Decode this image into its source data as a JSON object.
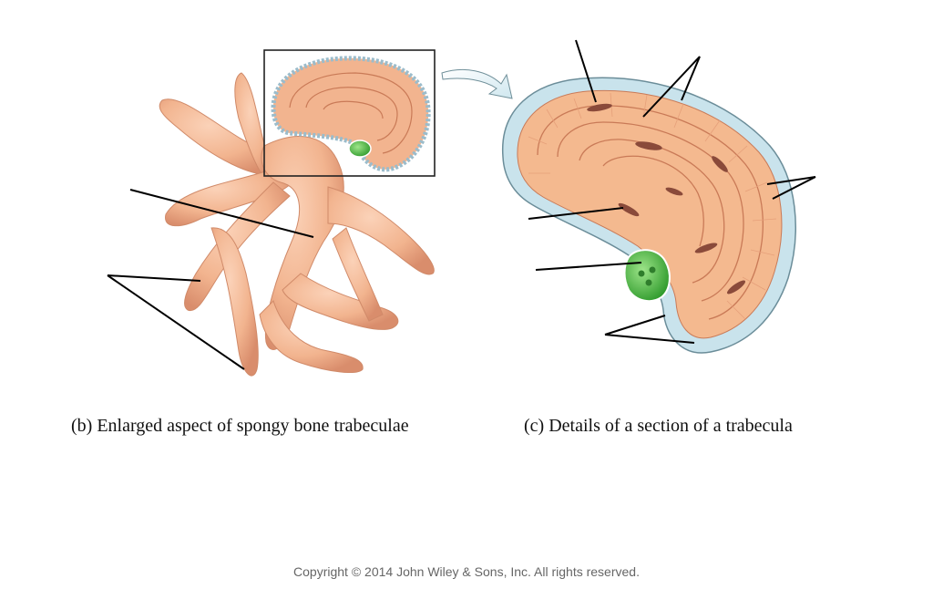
{
  "captions": {
    "b": "(b) Enlarged aspect of spongy bone trabeculae",
    "c": "(c) Details of a section of a trabecula"
  },
  "copyright": "Copyright © 2014 John Wiley & Sons, Inc. All rights reserved.",
  "colors": {
    "bone": "#f2b48f",
    "bone_shadow": "#d98d6c",
    "lamella": "#f6c29a",
    "lamella_line": "#c97a57",
    "osteocyte": "#8a4a3a",
    "osteoblast": "#b9d9e4",
    "osteoblast_outline": "#6b8d99",
    "osteoclast": "#4fbf4a",
    "leader_line": "#000000",
    "arrow": "#dff0f4"
  }
}
